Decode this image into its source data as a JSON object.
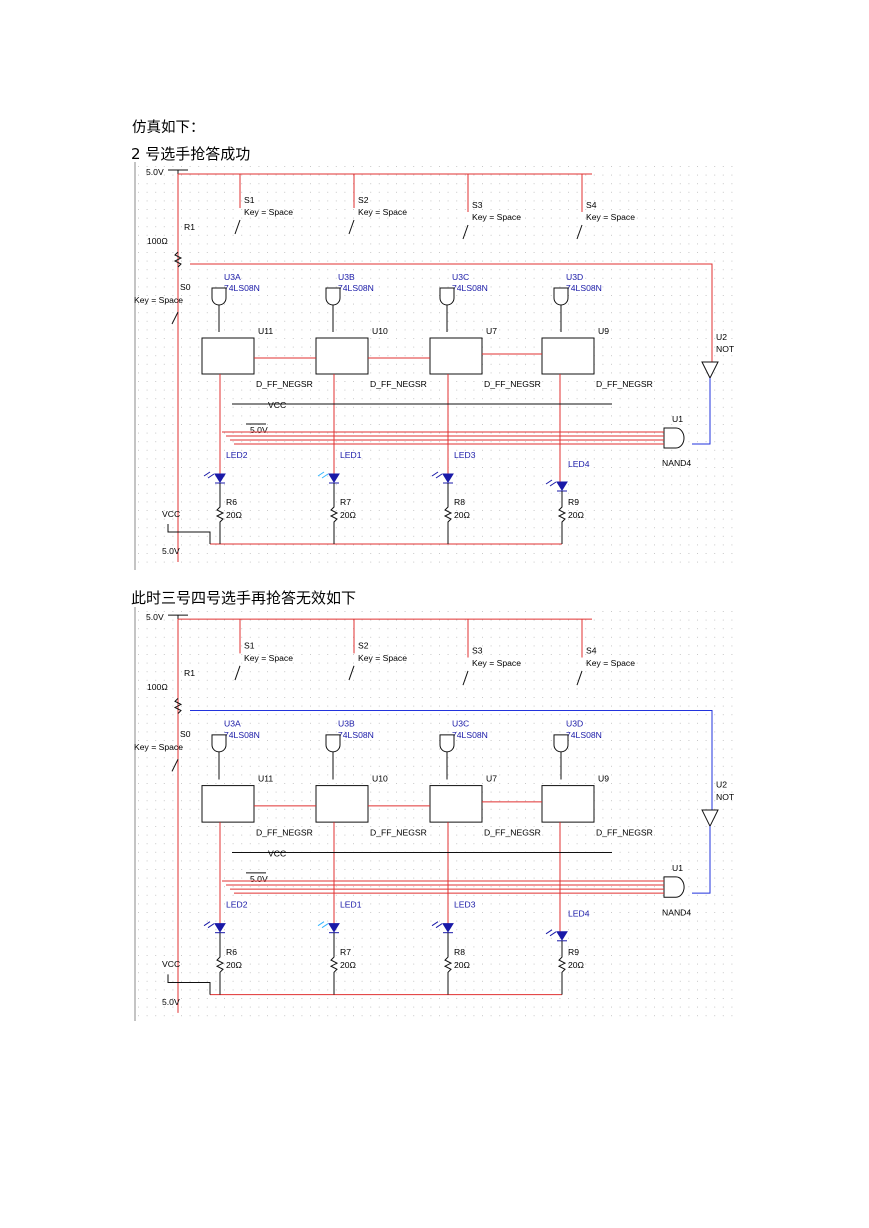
{
  "document": {
    "intro": "仿真如下：",
    "caption1": "2 号选手抢答成功",
    "caption2": "此时三号四号选手再抢答无效如下"
  },
  "colors": {
    "wire": "#e03030",
    "wire_active": "#2233dd",
    "label_blue": "#1a1aa8",
    "grid_dot": "#c8c8c8"
  },
  "schematics": [
    {
      "power": "5.0V",
      "resistor_r1": "R1",
      "resistor_r1_value": "100Ω",
      "reset_switch": "S0",
      "reset_key": "Key = Space",
      "switches": [
        {
          "name": "S1",
          "key": "Key = Space"
        },
        {
          "name": "S2",
          "key": "Key = Space"
        },
        {
          "name": "S3",
          "key": "Key = Space"
        },
        {
          "name": "S4",
          "key": "Key = Space"
        }
      ],
      "and_gates": [
        {
          "name": "U3A",
          "part": "74LS08N"
        },
        {
          "name": "U3B",
          "part": "74LS08N"
        },
        {
          "name": "U3C",
          "part": "74LS08N"
        },
        {
          "name": "U3D",
          "part": "74LS08N"
        }
      ],
      "flipflops": [
        {
          "name": "U11",
          "part": "D_FF_NEGSR"
        },
        {
          "name": "U10",
          "part": "D_FF_NEGSR"
        },
        {
          "name": "U7",
          "part": "D_FF_NEGSR"
        },
        {
          "name": "U9",
          "part": "D_FF_NEGSR"
        }
      ],
      "not_gate": {
        "name": "U2",
        "part": "NOT"
      },
      "nand_gate": {
        "name": "U1",
        "part": "NAND4"
      },
      "vcc_label": "VCC",
      "vcc_value": "5.0V",
      "leds": [
        {
          "name": "LED2",
          "lit": false
        },
        {
          "name": "LED1",
          "lit": true
        },
        {
          "name": "LED3",
          "lit": false
        },
        {
          "name": "LED4",
          "lit": false
        }
      ],
      "resistors": [
        {
          "name": "R6",
          "value": "20Ω"
        },
        {
          "name": "R7",
          "value": "20Ω"
        },
        {
          "name": "R8",
          "value": "20Ω"
        },
        {
          "name": "R9",
          "value": "20Ω"
        }
      ],
      "bottom_vcc": "VCC",
      "bottom_vcc_value": "5.0V"
    },
    {
      "power": "5.0V",
      "resistor_r1": "R1",
      "resistor_r1_value": "100Ω",
      "reset_switch": "S0",
      "reset_key": "Key = Space",
      "switches": [
        {
          "name": "S1",
          "key": "Key = Space"
        },
        {
          "name": "S2",
          "key": "Key = Space"
        },
        {
          "name": "S3",
          "key": "Key = Space"
        },
        {
          "name": "S4",
          "key": "Key = Space"
        }
      ],
      "and_gates": [
        {
          "name": "U3A",
          "part": "74LS08N"
        },
        {
          "name": "U3B",
          "part": "74LS08N"
        },
        {
          "name": "U3C",
          "part": "74LS08N"
        },
        {
          "name": "U3D",
          "part": "74LS08N"
        }
      ],
      "flipflops": [
        {
          "name": "U11",
          "part": "D_FF_NEGSR"
        },
        {
          "name": "U10",
          "part": "D_FF_NEGSR"
        },
        {
          "name": "U7",
          "part": "D_FF_NEGSR"
        },
        {
          "name": "U9",
          "part": "D_FF_NEGSR"
        }
      ],
      "not_gate": {
        "name": "U2",
        "part": "NOT"
      },
      "nand_gate": {
        "name": "U1",
        "part": "NAND4"
      },
      "vcc_label": "VCC",
      "vcc_value": "5.0V",
      "leds": [
        {
          "name": "LED2",
          "lit": false
        },
        {
          "name": "LED1",
          "lit": true
        },
        {
          "name": "LED3",
          "lit": false
        },
        {
          "name": "LED4",
          "lit": false
        }
      ],
      "resistors": [
        {
          "name": "R6",
          "value": "20Ω"
        },
        {
          "name": "R7",
          "value": "20Ω"
        },
        {
          "name": "R8",
          "value": "20Ω"
        },
        {
          "name": "R9",
          "value": "20Ω"
        }
      ],
      "bottom_vcc": "VCC",
      "bottom_vcc_value": "5.0V"
    }
  ]
}
